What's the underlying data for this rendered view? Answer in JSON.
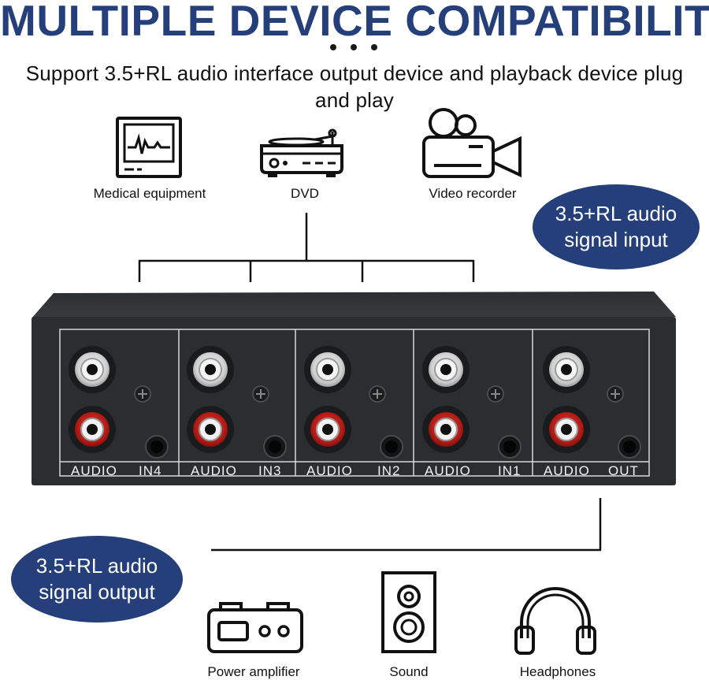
{
  "headline": "MULTIPLE DEVICE COMPATIBILITY",
  "subtitle_line1": "Support 3.5+RL audio interface output device and playback device plug",
  "subtitle_line2": "and play",
  "input_devices": [
    {
      "label": "Medical equipment",
      "icon": "monitor-icon"
    },
    {
      "label": "DVD",
      "icon": "turntable-dvd-icon"
    },
    {
      "label": "Video recorder",
      "icon": "video-camera-icon"
    }
  ],
  "input_bubble": {
    "line1": "3.5+RL audio",
    "line2": "signal input"
  },
  "output_bubble": {
    "line1": "3.5+RL audio",
    "line2": "signal output"
  },
  "panels": [
    {
      "left": "AUDIO",
      "right": "IN4"
    },
    {
      "left": "AUDIO",
      "right": "IN3"
    },
    {
      "left": "AUDIO",
      "right": "IN2"
    },
    {
      "left": "AUDIO",
      "right": "IN1"
    },
    {
      "left": "AUDIO",
      "right": "OUT"
    }
  ],
  "output_devices": [
    {
      "label": "Power amplifier",
      "icon": "amplifier-icon"
    },
    {
      "label": "Sound",
      "icon": "speaker-icon"
    },
    {
      "label": "Headphones",
      "icon": "headphones-icon"
    }
  ],
  "colors": {
    "brand_blue": "#253f7a",
    "device_body": "#2b2d30",
    "rca_red": "#c8201e",
    "rca_white": "#e8e8e8"
  }
}
